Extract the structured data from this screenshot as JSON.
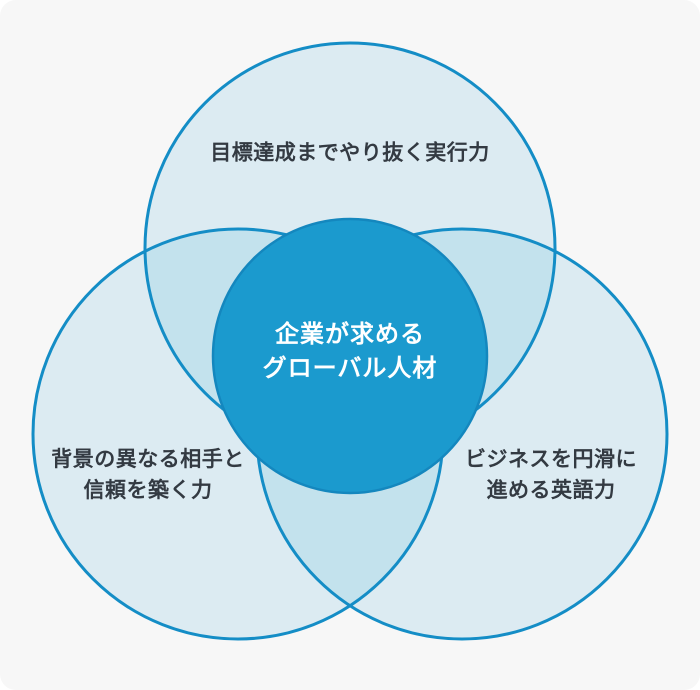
{
  "diagram": {
    "type": "venn-3-circle",
    "top_circle": {
      "label": "目標達成までやり抜く実行力"
    },
    "left_circle": {
      "lines": [
        "背景の異なる相手と",
        "信頼を築く力"
      ]
    },
    "right_circle": {
      "lines": [
        "ビジネスを円滑に",
        "進める英語力"
      ]
    },
    "center_circle": {
      "lines": [
        "企業が求める",
        "グローバル人材"
      ]
    }
  },
  "colors": {
    "page_background": "#ffffff",
    "card_background": "#f7f7f7",
    "circle_fill": "#dcebf2",
    "overlap_fill": "#c3e2ed",
    "circle_stroke": "#148dc6",
    "center_fill": "#1b9ace",
    "center_stroke": "#1487be",
    "label_text": "#333a42",
    "center_text": "#ffffff"
  }
}
